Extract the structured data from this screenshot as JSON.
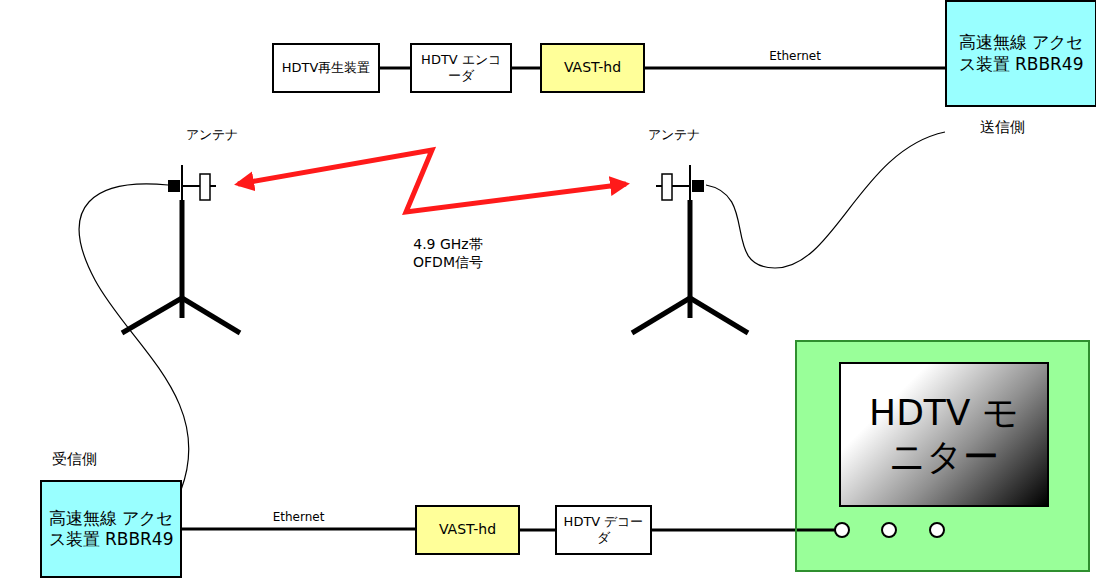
{
  "diagram": {
    "nodes": [
      {
        "text": [
          "HDTV再生装置"
        ]
      },
      {
        "text": [
          "HDTV エンコーダ"
        ]
      },
      {
        "text": [
          "VAST-hd"
        ]
      },
      {
        "text": [
          "高速無線 アクセス装置 RBBR49"
        ]
      },
      {
        "text": [
          "高速無線 アクセス装置 RBBR49"
        ]
      },
      {
        "text": [
          "VAST-hd"
        ]
      },
      {
        "text": [
          "HDTV デコーダ"
        ]
      },
      {
        "text": [
          "HDTV モニター"
        ]
      }
    ],
    "edges": [
      {
        "from": 0,
        "to": 1,
        "arrow": "none"
      },
      {
        "from": 1,
        "to": 2,
        "arrow": "none"
      },
      {
        "from": 2,
        "to": 3,
        "label": "Ethernet",
        "arrow": "none"
      },
      {
        "from": 4,
        "to": 5,
        "label": "Ethernet",
        "arrow": "none"
      },
      {
        "from": 5,
        "to": 6,
        "arrow": "none"
      },
      {
        "from": 6,
        "to": 7,
        "arrow": "none"
      }
    ],
    "labels": [
      "アンテナ",
      "アンテナ",
      "4.9 GHz帯 OFDM信号",
      "送信側",
      "受信側"
    ]
  }
}
